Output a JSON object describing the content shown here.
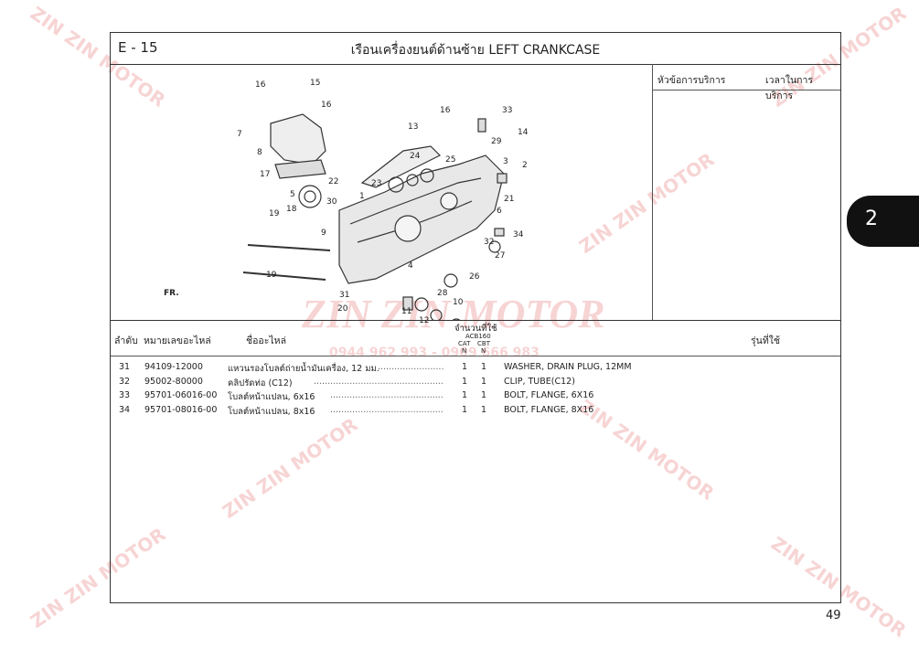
{
  "header": {
    "code": "E - 15",
    "title": "เรือนเครื่องยนต์ด้านซ้าย  LEFT CRANKCASE"
  },
  "service": {
    "topic": "หัวข้อการบริการ",
    "time": "เวลาในการบริการ"
  },
  "table_header": {
    "no": "ลำดับ",
    "part_no": "หมายเลขอะไหล่",
    "part_name": "ชื่ออะไหล่",
    "qty": "จำนวนที่ใช้",
    "model_code": "ACB160",
    "cat": "CAT",
    "cbt": "CBT",
    "cat_sub": "N",
    "cbt_sub": "N",
    "models": "รุ่นที่ใช้"
  },
  "rows": [
    {
      "no": "31",
      "part_no": "94109-12000",
      "name_th": "แหวนรองโบลต์ถ่ายน้ำมันเครื่อง, 12 มม.",
      "q1": "1",
      "q2": "1",
      "name_en": "WASHER, DRAIN PLUG, 12MM"
    },
    {
      "no": "32",
      "part_no": "95002-80000",
      "name_th": "คลิปรัดท่อ (C12)",
      "q1": "1",
      "q2": "1",
      "name_en": "CLIP, TUBE(C12)"
    },
    {
      "no": "33",
      "part_no": "95701-06016-00",
      "name_th": "โบลต์หน้าแปลน, 6x16",
      "q1": "1",
      "q2": "1",
      "name_en": "BOLT, FLANGE, 6X16"
    },
    {
      "no": "34",
      "part_no": "95701-08016-00",
      "name_th": "โบลต์หน้าแปลน, 8x16",
      "q1": "1",
      "q2": "1",
      "name_en": "BOLT, FLANGE, 8X16"
    }
  ],
  "callouts": [
    "16",
    "15",
    "16",
    "7",
    "8",
    "17",
    "5",
    "22",
    "18",
    "30",
    "19",
    "9",
    "19",
    "1",
    "13",
    "16",
    "24",
    "25",
    "23",
    "33",
    "14",
    "29",
    "3",
    "2",
    "6",
    "21",
    "34",
    "32",
    "27",
    "4",
    "26",
    "31",
    "20",
    "11",
    "28",
    "12",
    "10"
  ],
  "fr_label": "FR.",
  "watermark": {
    "brand": "ZIN ZIN MOTOR",
    "phone": "0944 962 993 - 0909 666 983"
  },
  "tab_number": "2",
  "page_number": "49"
}
